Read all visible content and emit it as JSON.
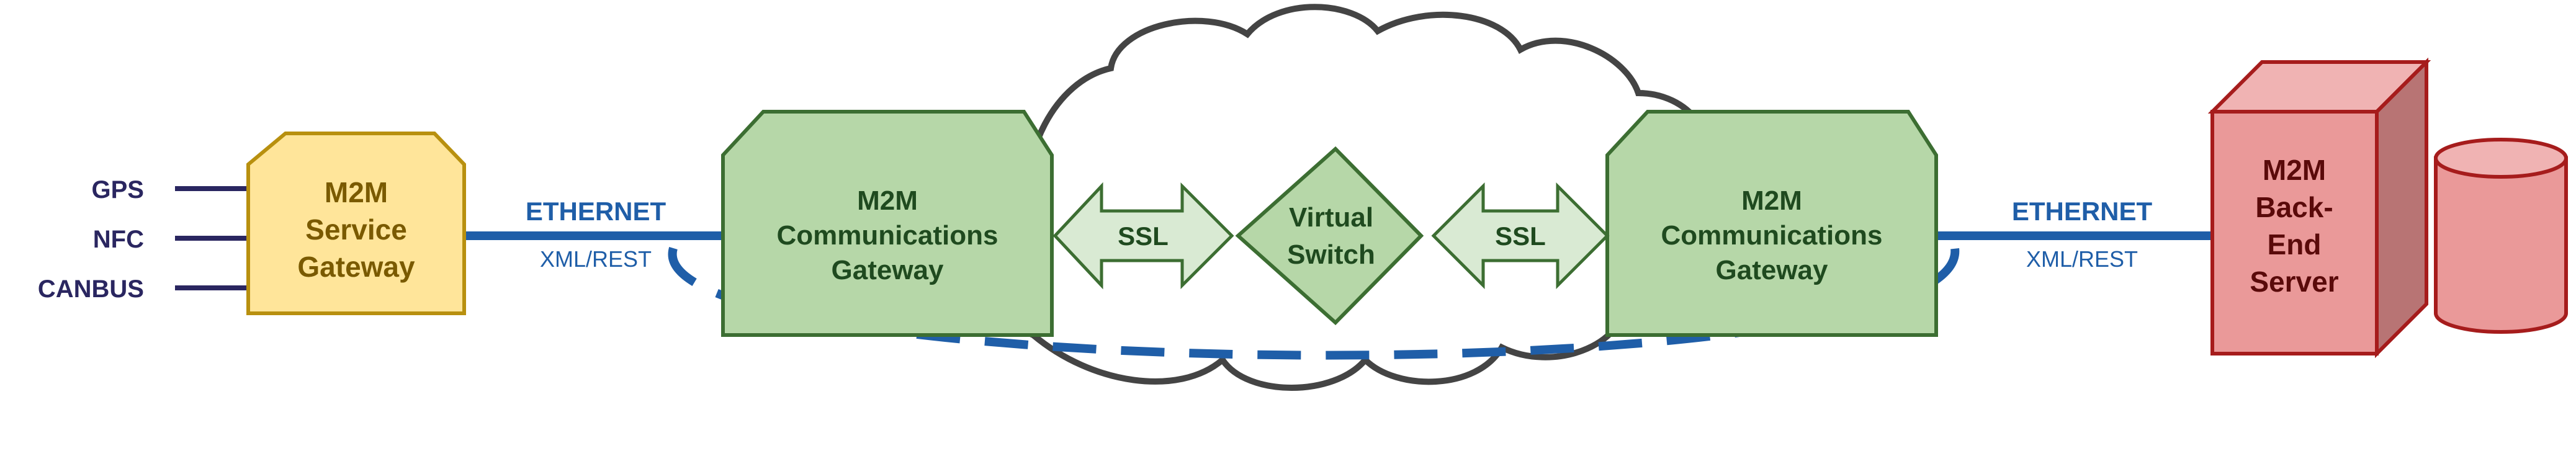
{
  "inputs": [
    "GPS",
    "NFC",
    "CANBUS"
  ],
  "service_gateway": [
    "M2M",
    "Service",
    "Gateway"
  ],
  "left_link": {
    "label": "ETHERNET",
    "sub": "XML/REST"
  },
  "right_link": {
    "label": "ETHERNET",
    "sub": "XML/REST"
  },
  "left_comm_gateway": [
    "M2M",
    "Communications",
    "Gateway"
  ],
  "right_comm_gateway": [
    "M2M",
    "Communications",
    "Gateway"
  ],
  "left_ssl": "SSL",
  "right_ssl": "SSL",
  "virtual_switch": [
    "Virtual",
    "Switch"
  ],
  "backend_server": [
    "M2M",
    "Back-",
    "End",
    "Server"
  ],
  "colors": {
    "input_text": "#2a2660",
    "link_blue": "#1f5ea8",
    "service_fill": "#ffe59a",
    "service_stroke": "#b8900f",
    "comm_fill": "#b6d7a8",
    "comm_stroke": "#3c6e32",
    "ssl_fill": "#d9ead3",
    "server_fill": "#ea9999",
    "server_stroke": "#a61c1c",
    "cloud_stroke": "#444444"
  }
}
